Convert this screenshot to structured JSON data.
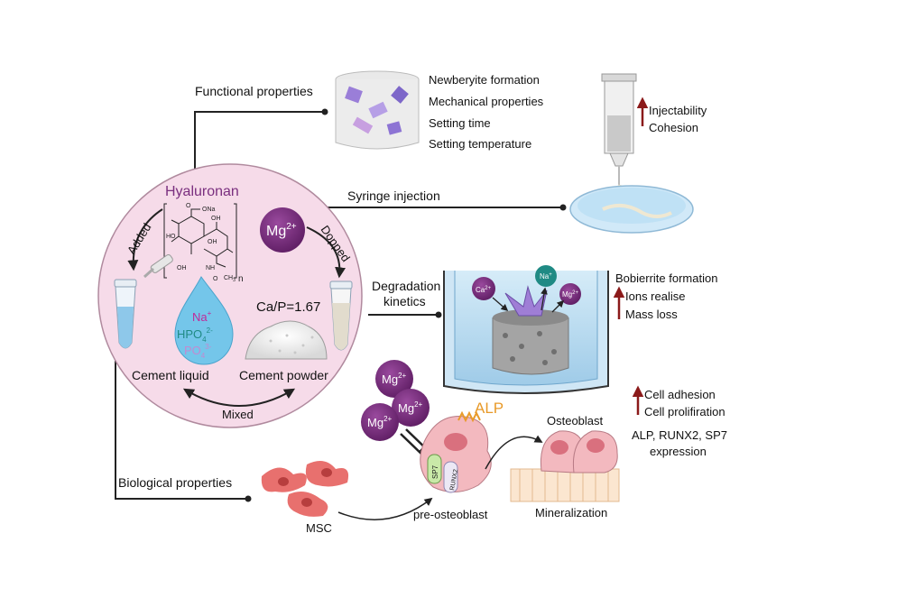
{
  "labels": {
    "functional_properties": "Functional properties",
    "biological_properties": "Biological properties",
    "syringe_injection": "Syringe injection",
    "degradation": "Degradation",
    "kinetics": "kinetics",
    "hyaluronan": "Hyaluronan",
    "added": "Added",
    "dopped": "Dopped",
    "mixed": "Mixed",
    "ca_p": "Ca/P=1.67",
    "cement_liquid": "Cement liquid",
    "cement_powder": "Cement powder",
    "mg": "Mg",
    "mg_charge": "2+",
    "alp": "ALP",
    "sp7": "SP7",
    "runx2": "RUNX2",
    "msc": "MSC",
    "pre_osteoblast": "pre-osteoblast",
    "osteoblast": "Osteoblast",
    "mineralization": "Mineralization",
    "n_subscript": "n"
  },
  "structure_labels": {
    "ona": "ONa",
    "o1": "O",
    "oh1": "OH",
    "oh2": "OH",
    "oh3": "OH",
    "ho": "HO",
    "nh": "NH",
    "ch3": "CH",
    "ch3_sub": "3",
    "o2": "O"
  },
  "ions": {
    "na": "Na",
    "na_charge": "+",
    "hpo4": "HPO",
    "hpo4_sub": "4",
    "hpo4_charge": "2-",
    "po4": "PO",
    "po4_sub": "4",
    "po4_charge": "3-",
    "ca_bead": "Ca",
    "ca_bead_charge": "2+",
    "na_bead": "Na",
    "na_bead_charge": "+",
    "mg_bead": "Mg",
    "mg_bead_charge": "2+"
  },
  "functional_list": [
    "Newberyite formation",
    "Mechanical properties",
    "Setting time",
    "Setting temperature"
  ],
  "injection_effects": [
    "Injectability",
    "Cohesion"
  ],
  "degradation_effects": [
    "Bobierrite formation",
    "Ions realise",
    "Mass loss"
  ],
  "cell_effects": [
    "Cell adhesion",
    "Cell prolifiration"
  ],
  "expression": [
    "ALP, RUNX2, SP7",
    "expression"
  ],
  "colors": {
    "mg_purple": "#7a2f7f",
    "circle_fill": "#f6dbe9",
    "teal": "#1f8a84",
    "up_arrow": "#8b1a1a",
    "cell_pink": "#f3b9bf",
    "msc_red": "#e8706e"
  }
}
